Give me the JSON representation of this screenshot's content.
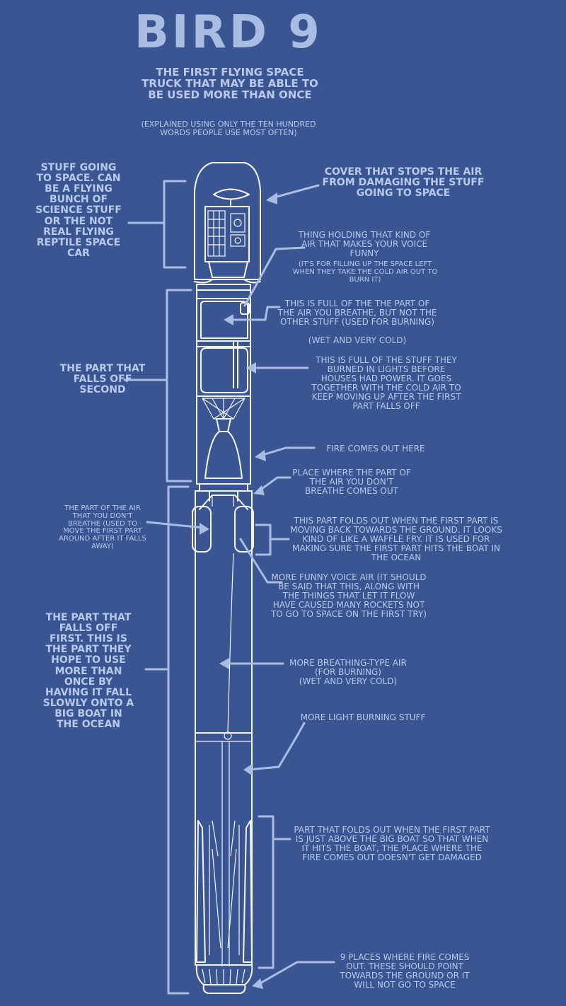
{
  "title": "BIRD 9",
  "subtitle": "THE FIRST FLYING SPACE TRUCK THAT MAY BE ABLE TO BE USED MORE THAN ONCE",
  "subtitle_note": "(EXPLAINED USING ONLY THE TEN HUNDRED WORDS PEOPLE USE MOST OFTEN)",
  "labels": {
    "payload": "STUFF GOING TO SPACE. CAN BE A FLYING BUNCH OF SCIENCE STUFF OR THE NOT REAL FLYING REPTILE SPACE CAR",
    "fairing": "COVER THAT STOPS THE AIR FROM DAMAGING THE STUFF GOING TO SPACE",
    "helium_tank": "THING HOLDING THAT KIND OF AIR THAT MAKES YOUR VOICE FUNNY",
    "helium_tank_note": "(IT'S FOR FILLING UP THE SPACE LEFT WHEN THEY TAKE THE COLD AIR OUT TO BURN IT)",
    "lox_tank_2": "THIS IS FULL OF THE THE PART OF THE AIR YOU BREATHE, BUT NOT THE OTHER STUFF (USED FOR BURNING)",
    "lox_tank_2_note": "(WET AND VERY COLD)",
    "fuel_tank_2": "THIS IS FULL OF THE STUFF THEY BURNED IN LIGHTS BEFORE HOUSES HAD POWER. IT GOES TOGETHER WITH THE COLD AIR TO KEEP MOVING UP AFTER THE FIRST PART FALLS OFF",
    "second_stage": "THE PART THAT FALLS OFF SECOND",
    "engine_2": "FIRE COMES OUT HERE",
    "nitrogen_vent": "PLACE WHERE THE PART OF THE AIR YOU DON'T BREATHE COMES OUT",
    "nitrogen": "THE PART OF THE AIR THAT YOU DON'T BREATHE (USED TO MOVE THE FIRST PART AROUND AFTER IT FALLS AWAY)",
    "grid_fins": "THIS PART FOLDS OUT WHEN THE FIRST PART IS MOVING BACK TOWARDS THE GROUND. IT LOOKS KIND OF LIKE A WAFFLE FRY. IT IS USED FOR MAKING SURE THE FIRST PART HITS THE BOAT IN THE OCEAN",
    "helium_2": "MORE FUNNY VOICE AIR (IT SHOULD BE SAID THAT THIS, ALONG WITH THE THINGS THAT LET IT FLOW HAVE CAUSED MANY ROCKETS NOT TO GO TO SPACE ON THE FIRST TRY)",
    "first_stage": "THE PART THAT FALLS OFF FIRST. THIS IS THE PART THEY HOPE TO USE MORE THAN ONCE BY HAVING IT FALL SLOWLY ONTO A BIG BOAT IN THE OCEAN",
    "lox_tank_1": "MORE BREATHING-TYPE AIR (FOR BURNING)",
    "lox_tank_1_note": "(WET AND VERY COLD)",
    "fuel_tank_1": "MORE LIGHT BURNING STUFF",
    "legs": "PART THAT FOLDS OUT WHEN THE FIRST PART IS JUST ABOVE THE BIG BOAT SO THAT WHEN IT HITS THE BOAT, THE PLACE WHERE THE FIRE COMES OUT DOESN'T GET DAMAGED",
    "engines_1": "9 PLACES WHERE FIRE COMES OUT. THESE SHOULD POINT TOWARDS THE GROUND OR IT WILL NOT GO TO SPACE"
  }
}
